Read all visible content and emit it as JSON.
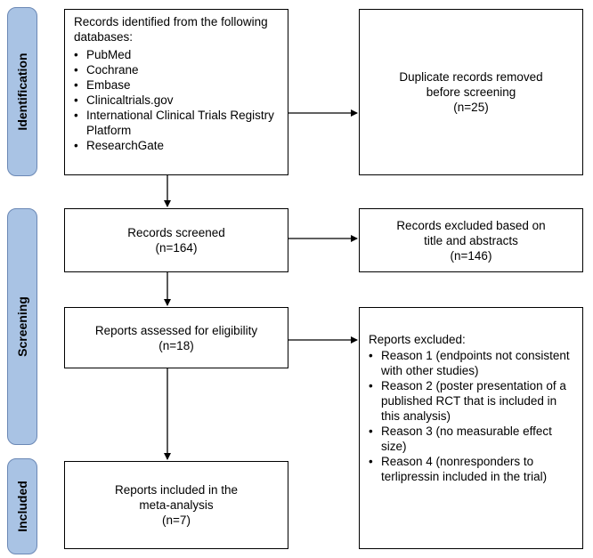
{
  "phases": {
    "identification": "Identification",
    "screening": "Screening",
    "included": "Included"
  },
  "identified": {
    "heading": "Records identified from the following databases:",
    "items": [
      "PubMed",
      "Cochrane",
      "Embase",
      "Clinicaltrials.gov",
      "International Clinical Trials Registry Platform",
      "ResearchGate"
    ]
  },
  "duplicates": {
    "line1": "Duplicate records removed",
    "line2": "before screening",
    "count": "(n=25)"
  },
  "screened": {
    "line1": "Records screened",
    "count": "(n=164)"
  },
  "excluded_title": {
    "line1": "Records excluded based on",
    "line2": "title and abstracts",
    "count": "(n=146)"
  },
  "assessed": {
    "line1": "Reports assessed for eligibility",
    "count": "(n=18)"
  },
  "reports_excluded": {
    "heading": "Reports excluded:",
    "items": [
      "Reason 1 (endpoints not consistent with other studies)",
      "Reason 2 (poster presentation of a published RCT that is included in this analysis)",
      "Reason 3 (no measurable effect size)",
      "Reason 4 (nonresponders to terlipressin included in the trial)"
    ]
  },
  "included": {
    "line1": "Reports included in the",
    "line2": "meta-analysis",
    "count": "(n=7)"
  }
}
